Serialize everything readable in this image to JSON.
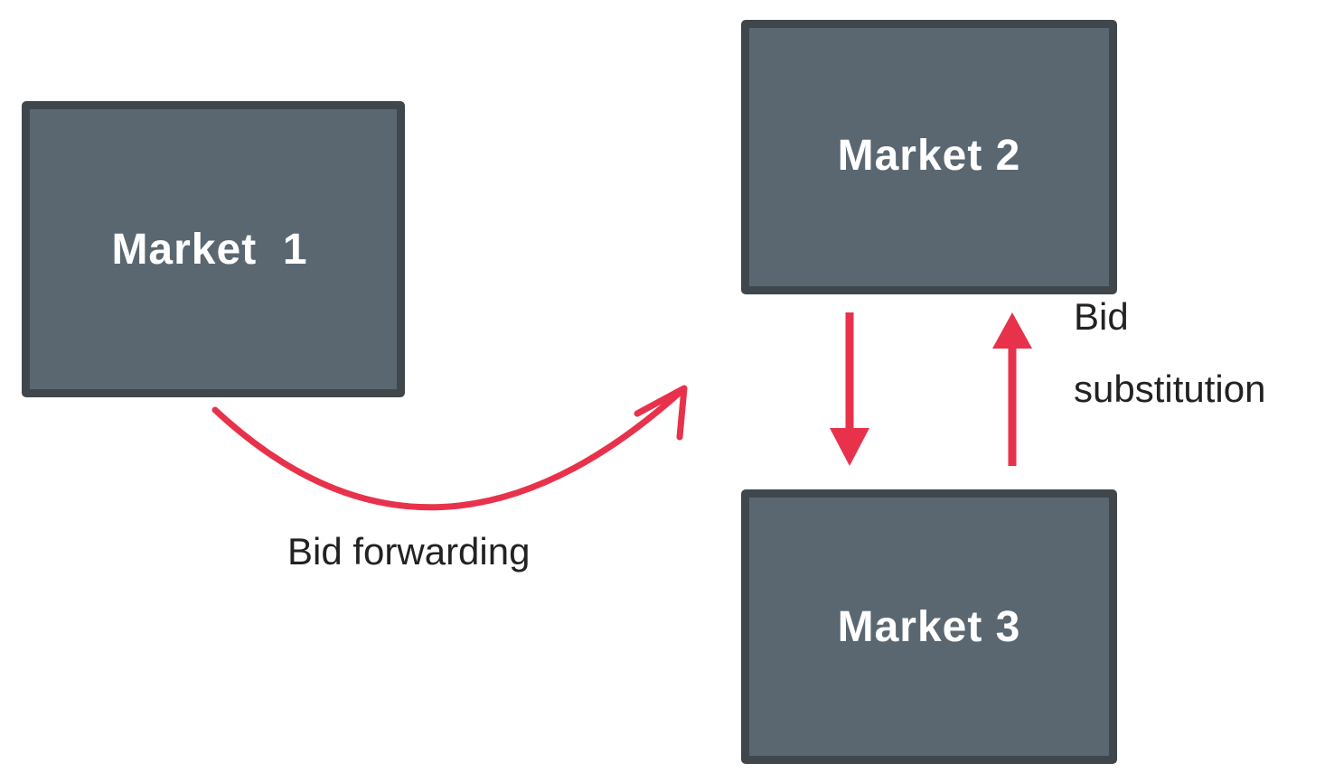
{
  "markets": {
    "market1": "Market  1",
    "market2": "Market 2",
    "market3": "Market 3"
  },
  "labels": {
    "bid_forwarding": "Bid forwarding",
    "bid_substitution_line1": "Bid",
    "bid_substitution_line2": "substitution"
  },
  "colors": {
    "box_fill": "#5b6770",
    "box_border": "#3f474c",
    "arrow": "#e8324c",
    "label_text": "#222222"
  }
}
